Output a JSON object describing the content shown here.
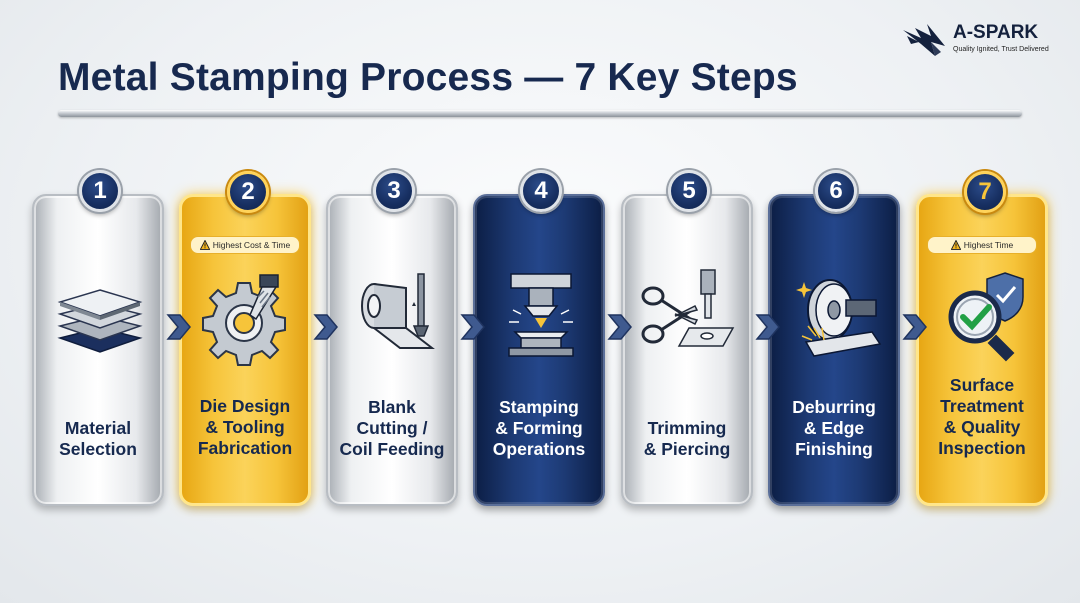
{
  "title": "Metal Stamping Process — 7 Key Steps",
  "brand": {
    "name": "A-SPARK",
    "tagline": "Quality Ignited, Trust Delivered"
  },
  "colors": {
    "navy": "#17294f",
    "gold": "#f6c43a",
    "silver": "#e9ebee"
  },
  "steps": [
    {
      "number": "1",
      "lines": [
        "Material",
        "Selection"
      ],
      "style": "silver",
      "icon": "stacked-sheets-icon"
    },
    {
      "number": "2",
      "lines": [
        "Die Design",
        "& Tooling",
        "Fabrication"
      ],
      "style": "gold",
      "callout": "Highest Cost & Time",
      "icon": "gear-drill-icon"
    },
    {
      "number": "3",
      "lines": [
        "Blank",
        "Cutting /",
        "Coil Feeding"
      ],
      "style": "silver",
      "icon": "coil-shear-icon"
    },
    {
      "number": "4",
      "lines": [
        "Stamping",
        "& Forming",
        "Operations"
      ],
      "style": "navy",
      "icon": "press-icon"
    },
    {
      "number": "5",
      "lines": [
        "Trimming",
        "& Piercing"
      ],
      "style": "silver",
      "icon": "scissors-punch-icon"
    },
    {
      "number": "6",
      "lines": [
        "Deburring",
        "& Edge",
        "Finishing"
      ],
      "style": "navy",
      "icon": "grinder-icon"
    },
    {
      "number": "7",
      "lines": [
        "Surface",
        "Treatment",
        "& Quality",
        "Inspection"
      ],
      "style": "gold",
      "callout": "Highest Time",
      "icon": "inspection-icon"
    }
  ]
}
